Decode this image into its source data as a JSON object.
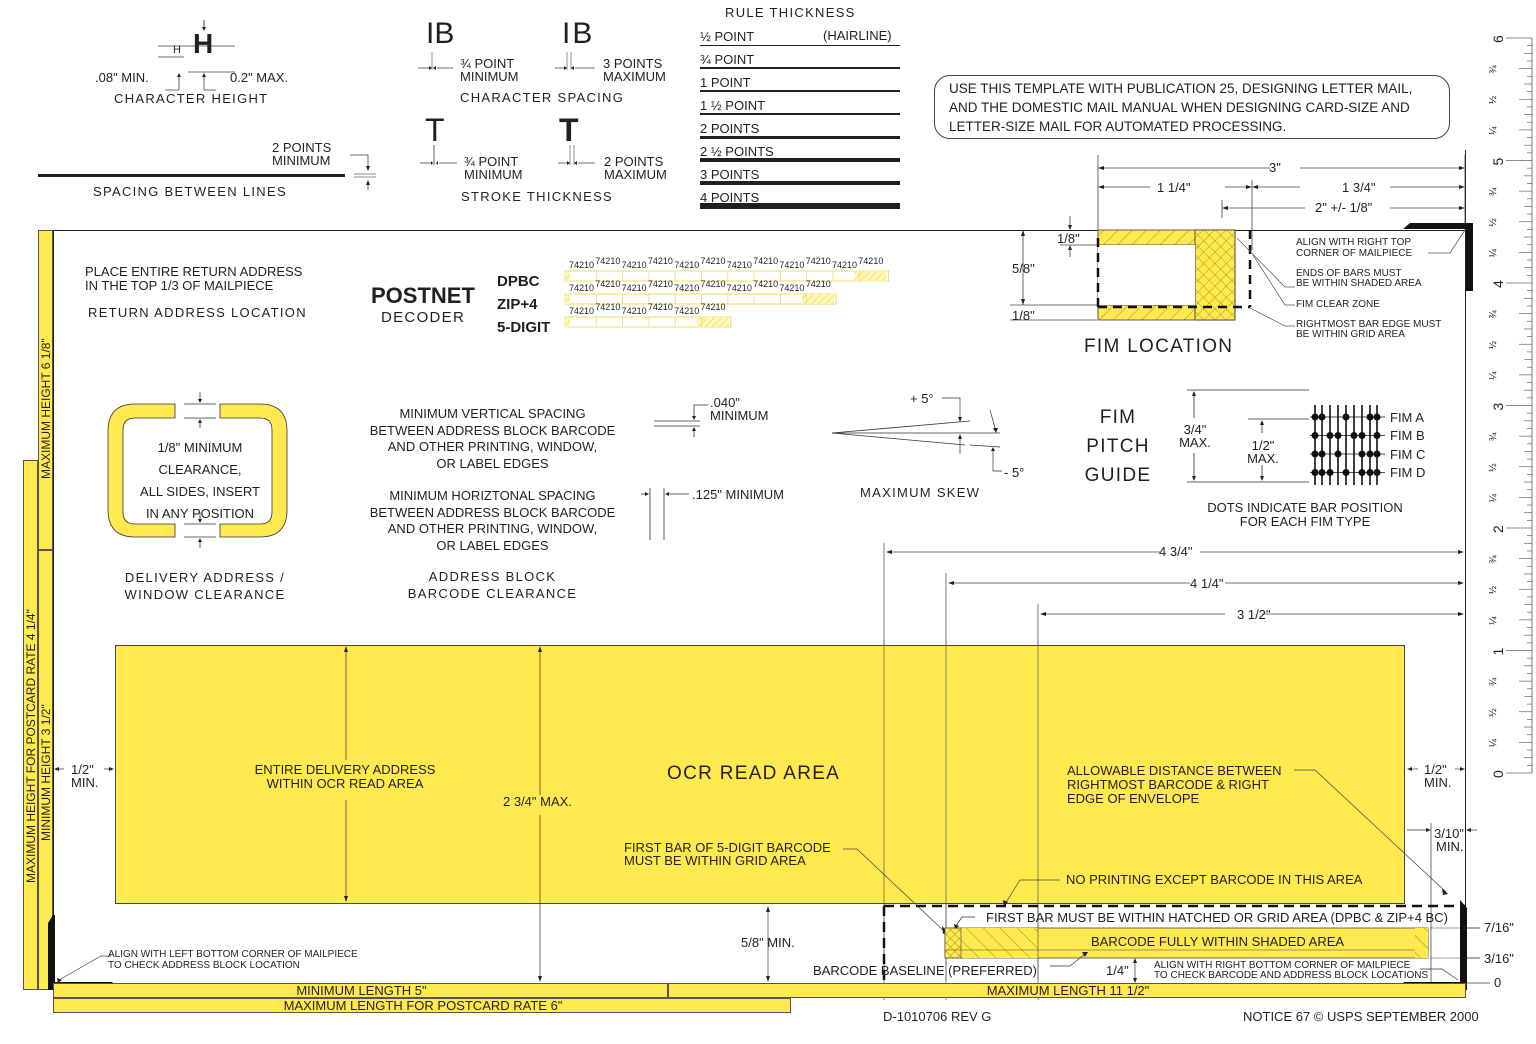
{
  "char_height": {
    "min_label": ".08\" MIN.",
    "max_label": "0.2\" MAX.",
    "title": "CHARACTER HEIGHT",
    "glyph_small": "H",
    "glyph_large": "H"
  },
  "line_spacing": {
    "value": "2 POINTS",
    "value2": "MINIMUM",
    "title": "SPACING BETWEEN LINES"
  },
  "char_spacing": {
    "glyph": "IB",
    "min_l1": "¾ POINT",
    "min_l2": "MINIMUM",
    "max_l1": "3 POINTS",
    "max_l2": "MAXIMUM",
    "title": "CHARACTER SPACING"
  },
  "stroke": {
    "glyph": "T",
    "min_l1": "¾ POINT",
    "min_l2": "MINIMUM",
    "max_l1": "2 POINTS",
    "max_l2": "MAXIMUM",
    "title": "STROKE THICKNESS"
  },
  "rule_thickness": {
    "title": "RULE THICKNESS",
    "hairline_note": "(HAIRLINE)",
    "rows": [
      {
        "label": "½ POINT",
        "px": 1
      },
      {
        "label": "¾ POINT",
        "px": 1.5
      },
      {
        "label": "1 POINT",
        "px": 2
      },
      {
        "label": "1 ½ POINT",
        "px": 2.5
      },
      {
        "label": "2 POINTS",
        "px": 3
      },
      {
        "label": "2 ½ POINTS",
        "px": 4
      },
      {
        "label": "3 POINTS",
        "px": 4.5
      },
      {
        "label": "4 POINTS",
        "px": 6
      }
    ]
  },
  "notice_box": {
    "line1": "USE THIS TEMPLATE WITH PUBLICATION 25, DESIGNING LETTER MAIL,",
    "line2": "AND THE DOMESTIC MAIL MANUAL WHEN DESIGNING CARD-SIZE AND",
    "line3": "LETTER-SIZE MAIL FOR AUTOMATED PROCESSING."
  },
  "return_address": {
    "line1": "PLACE ENTIRE RETURN ADDRESS",
    "line2": "IN THE TOP 1/3 OF MAILPIECE",
    "title": "RETURN ADDRESS LOCATION"
  },
  "postnet": {
    "title": "POSTNET",
    "subtitle": "DECODER",
    "digits": "74210",
    "rows": [
      {
        "label": "DPBC",
        "groups": 12
      },
      {
        "label": "ZIP+4",
        "groups": 10
      },
      {
        "label": "5-DIGIT",
        "groups": 6
      }
    ]
  },
  "fim_location": {
    "title": "FIM LOCATION",
    "dim_3": "3\"",
    "dim_1_1_4": "1 1/4\"",
    "dim_1_3_4": "1 3/4\"",
    "dim_2": "2\" +/- 1/8\"",
    "dim_1_8_top": "1/8\"",
    "dim_5_8": "5/8\"",
    "dim_1_8_bot": "1/8\"",
    "note_align": [
      "ALIGN WITH RIGHT TOP",
      "CORNER OF MAILPIECE"
    ],
    "note_ends": [
      "ENDS OF BARS MUST",
      "BE WITHIN SHADED AREA"
    ],
    "note_clear": [
      "FIM CLEAR ZONE"
    ],
    "note_rightmost": [
      "RIGHTMOST BAR EDGE MUST",
      "BE WITHIN GRID AREA"
    ]
  },
  "delivery_clearance": {
    "inner": [
      "1/8\" MINIMUM",
      "CLEARANCE,",
      "ALL SIDES, INSERT",
      "IN ANY POSITION"
    ],
    "title1": "DELIVERY ADDRESS /",
    "title2": "WINDOW CLEARANCE"
  },
  "barcode_clearance": {
    "vertical": [
      "MINIMUM VERTICAL SPACING",
      "BETWEEN ADDRESS BLOCK BARCODE",
      "AND OTHER PRINTING, WINDOW,",
      "OR LABEL EDGES"
    ],
    "vertical_dim1": ".040\"",
    "vertical_dim2": "MINIMUM",
    "horizontal": [
      "MINIMUM HORIZTONAL SPACING",
      "BETWEEN ADDRESS BLOCK BARCODE",
      "AND OTHER PRINTING, WINDOW,",
      "OR LABEL EDGES"
    ],
    "horizontal_dim": ".125\" MINIMUM",
    "title1": "ADDRESS BLOCK",
    "title2": "BARCODE CLEARANCE"
  },
  "skew": {
    "plus": "+ 5°",
    "minus": "- 5°",
    "title": "MAXIMUM SKEW"
  },
  "fim_pitch": {
    "title": [
      "FIM",
      "PITCH",
      "GUIDE"
    ],
    "max_3_4": [
      "3/4\"",
      "MAX."
    ],
    "max_1_2": [
      "1/2\"",
      "MAX."
    ],
    "types": [
      "FIM A",
      "FIM B",
      "FIM C",
      "FIM D"
    ],
    "patterns": [
      [
        1,
        1,
        0,
        0,
        1,
        0,
        0,
        1,
        1
      ],
      [
        1,
        0,
        1,
        1,
        0,
        1,
        1,
        0,
        1
      ],
      [
        1,
        1,
        0,
        1,
        0,
        0,
        1,
        1,
        1
      ],
      [
        1,
        1,
        1,
        0,
        1,
        0,
        1,
        1,
        1
      ]
    ],
    "note1": "DOTS INDICATE BAR POSITION",
    "note2": "FOR EACH FIM TYPE"
  },
  "dims_right": {
    "d1": "4 3/4\"",
    "d2": "4 1/4\"",
    "d3": "3 1/2\""
  },
  "ocr": {
    "title": "OCR READ AREA",
    "entire": [
      "ENTIRE DELIVERY ADDRESS",
      "WITHIN OCR READ AREA"
    ],
    "max_height": "2 3/4\" MAX.",
    "left_margin": [
      "1/2\"",
      "MIN."
    ],
    "right_margin": [
      "1/2\"",
      "MIN."
    ],
    "allowable": [
      "ALLOWABLE DISTANCE BETWEEN",
      "RIGHTMOST BARCODE & RIGHT",
      "EDGE OF ENVELOPE"
    ],
    "first_bar_5": [
      "FIRST BAR OF 5-DIGIT BARCODE",
      "MUST BE WITHIN GRID AREA"
    ],
    "no_printing": "NO PRINTING EXCEPT BARCODE IN THIS AREA",
    "three_tenths": [
      "3/10\"",
      "MIN."
    ]
  },
  "barcode_area": {
    "first_bar": "FIRST BAR MUST BE WITHIN HATCHED OR GRID AREA (DPBC & ZIP+4 BC)",
    "fully": "BARCODE FULLY WITHIN SHADED AREA",
    "baseline": "BARCODE BASELINE (PREFERRED)",
    "quarter": "1/4\"",
    "five_eighths": "5/8\" MIN.",
    "align_right": [
      "ALIGN WITH RIGHT BOTTOM CORNER OF MAILPIECE",
      "TO CHECK BARCODE AND ADDRESS BLOCK LOCATIONS"
    ],
    "tick_7_16": "7/16\"",
    "tick_3_16": "3/16\"",
    "tick_0": "0"
  },
  "align_left": [
    "ALIGN WITH LEFT BOTTOM CORNER OF MAILPIECE",
    "TO CHECK ADDRESS BLOCK LOCATION"
  ],
  "side_bars": {
    "max_height": "MAXIMUM HEIGHT  6  1/8\"",
    "max_postcard": "MAXIMUM HEIGHT FOR POSTCARD RATE  4  1/4\"",
    "min_height": "MINIMUM HEIGHT  3  1/2\""
  },
  "bottom_bars": {
    "min_length": "MINIMUM LENGTH  5\"",
    "max_postcard": "MAXIMUM LENGTH FOR POSTCARD RATE  6\"",
    "max_length": "MAXIMUM LENGTH  11  1/2\""
  },
  "ruler": {
    "numbers": [
      "6",
      "5",
      "4",
      "3",
      "2",
      "1",
      "0"
    ],
    "fractions": [
      "¾",
      "½",
      "¼"
    ]
  },
  "footer": {
    "doc_id": "D-1010706 REV G",
    "notice": "NOTICE 67 © USPS SEPTEMBER 2000"
  },
  "colors": {
    "yellow": "#ffe94f",
    "ink": "#231f20"
  }
}
